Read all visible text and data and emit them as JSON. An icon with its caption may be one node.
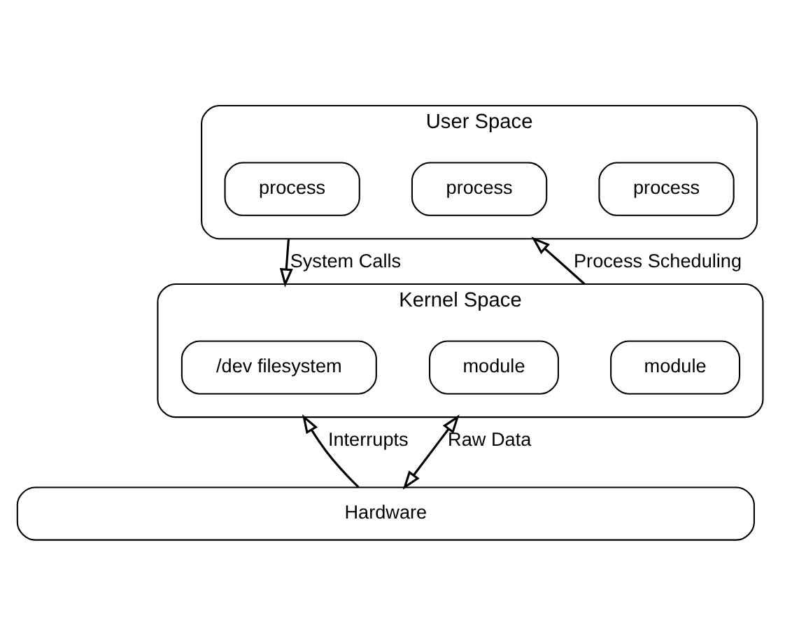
{
  "diagram": {
    "nodes": [
      {
        "text": [
          "User Space"
        ]
      },
      {
        "text": [
          "process"
        ],
        "in": 0
      },
      {
        "text": [
          "process"
        ],
        "in": 0
      },
      {
        "text": [
          "process"
        ],
        "in": 0
      },
      {
        "text": [
          "Kernel Space"
        ]
      },
      {
        "text": [
          "/dev filesystem"
        ],
        "in": 4
      },
      {
        "text": [
          "module"
        ],
        "in": 4
      },
      {
        "text": [
          "module"
        ],
        "in": 4
      },
      {
        "text": [
          "Hardware"
        ]
      }
    ],
    "edges": [
      {
        "from": 0,
        "to": 4,
        "arrow": "to",
        "label": "System Calls"
      },
      {
        "from": 4,
        "to": 0,
        "arrow": "to",
        "label": "Process Scheduling"
      },
      {
        "from": 8,
        "to": 4,
        "arrow": "to",
        "label": "Interrupts"
      },
      {
        "from": 4,
        "to": 8,
        "arrow": "both",
        "label": "Raw Data"
      }
    ]
  }
}
